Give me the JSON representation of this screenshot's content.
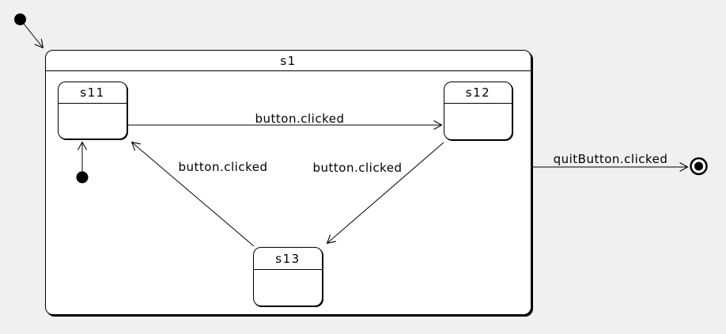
{
  "diagram": {
    "type": "uml-statechart",
    "colors": {
      "background": "#f0f0f0",
      "state_fill": "#ffffff",
      "line": "#000000"
    },
    "states": {
      "s1": {
        "label": "s1"
      },
      "s11": {
        "label": "s11"
      },
      "s12": {
        "label": "s12"
      },
      "s13": {
        "label": "s13"
      }
    },
    "transitions": {
      "s11_to_s12": {
        "label": "button.clicked"
      },
      "s12_to_s13": {
        "label": "button.clicked"
      },
      "s13_to_s11": {
        "label": "button.clicked"
      },
      "s1_to_final": {
        "label": "quitButton.clicked"
      }
    }
  }
}
